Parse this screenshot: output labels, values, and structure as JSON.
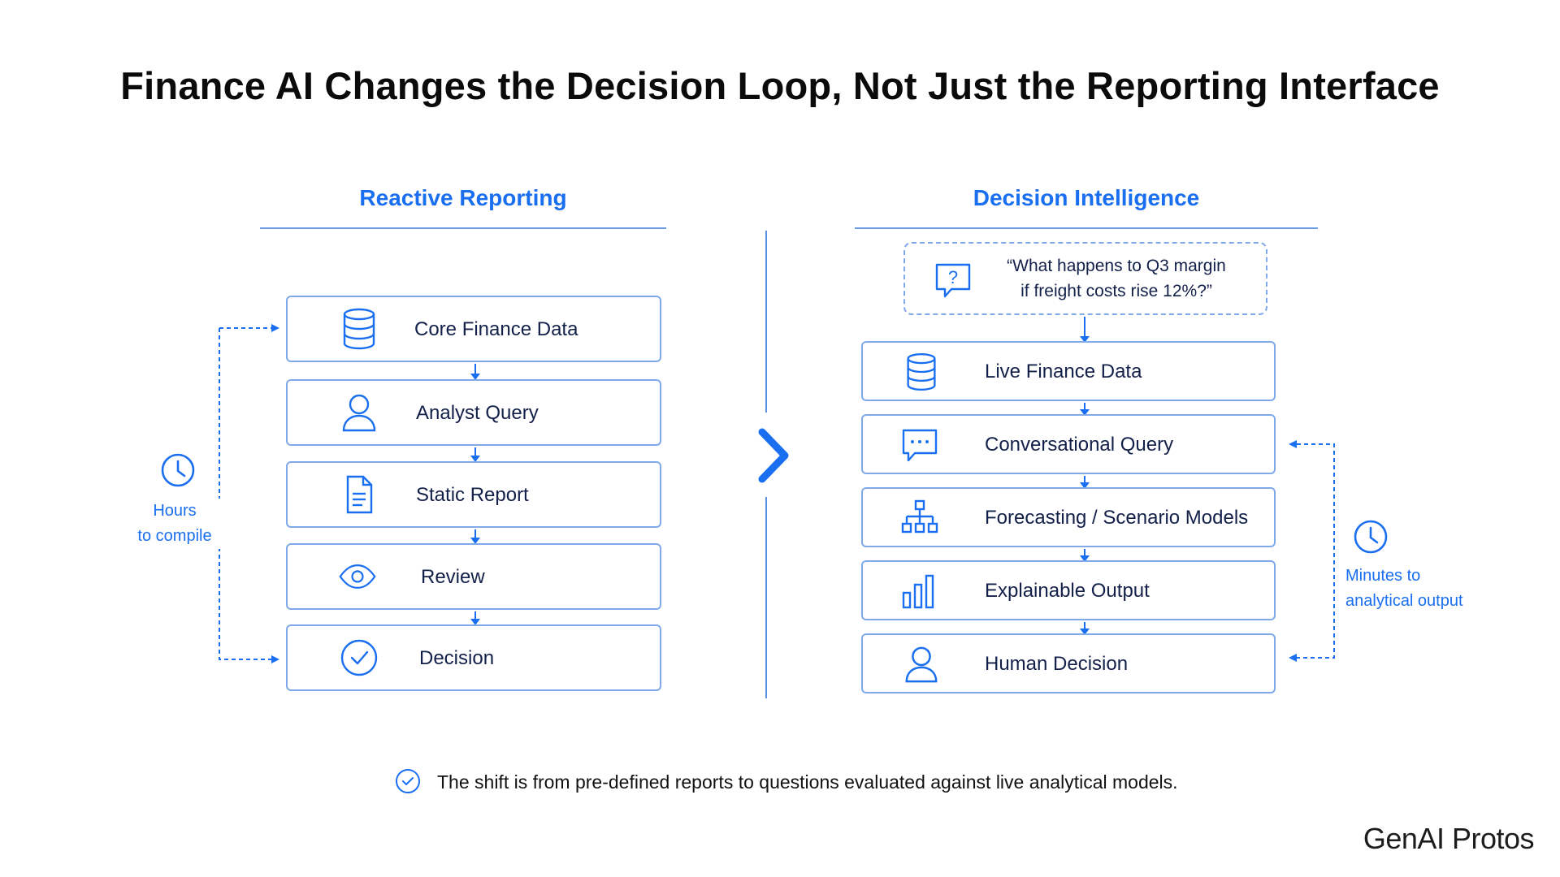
{
  "title": "Finance AI Changes the Decision Loop, Not Just the Reporting Interface",
  "left": {
    "heading": "Reactive Reporting",
    "steps": [
      {
        "label": "Core Finance Data",
        "icon": "database-icon"
      },
      {
        "label": "Analyst Query",
        "icon": "person-icon"
      },
      {
        "label": "Static Report",
        "icon": "document-icon"
      },
      {
        "label": "Review",
        "icon": "eye-icon"
      },
      {
        "label": "Decision",
        "icon": "check-circle-icon"
      }
    ],
    "time_line1": "Hours",
    "time_line2": "to compile"
  },
  "right": {
    "heading": "Decision Intelligence",
    "question_line1": "“What happens to Q3 margin",
    "question_line2": "if freight costs rise 12%?”",
    "steps": [
      {
        "label": "Live Finance Data",
        "icon": "database-icon"
      },
      {
        "label": "Conversational Query",
        "icon": "chat-bubble-icon"
      },
      {
        "label": "Forecasting / Scenario Models",
        "icon": "hierarchy-icon"
      },
      {
        "label": "Explainable Output",
        "icon": "bar-chart-icon"
      },
      {
        "label": "Human Decision",
        "icon": "person-icon"
      }
    ],
    "time_line1": "Minutes to",
    "time_line2": "analytical output"
  },
  "footer_note": "The shift is from pre-defined reports to questions evaluated against live analytical models.",
  "brand": "GenAI Protos",
  "colors": {
    "accent": "#1a6ff0",
    "box_border": "#7fa9e8",
    "text_dark": "#13204a"
  }
}
